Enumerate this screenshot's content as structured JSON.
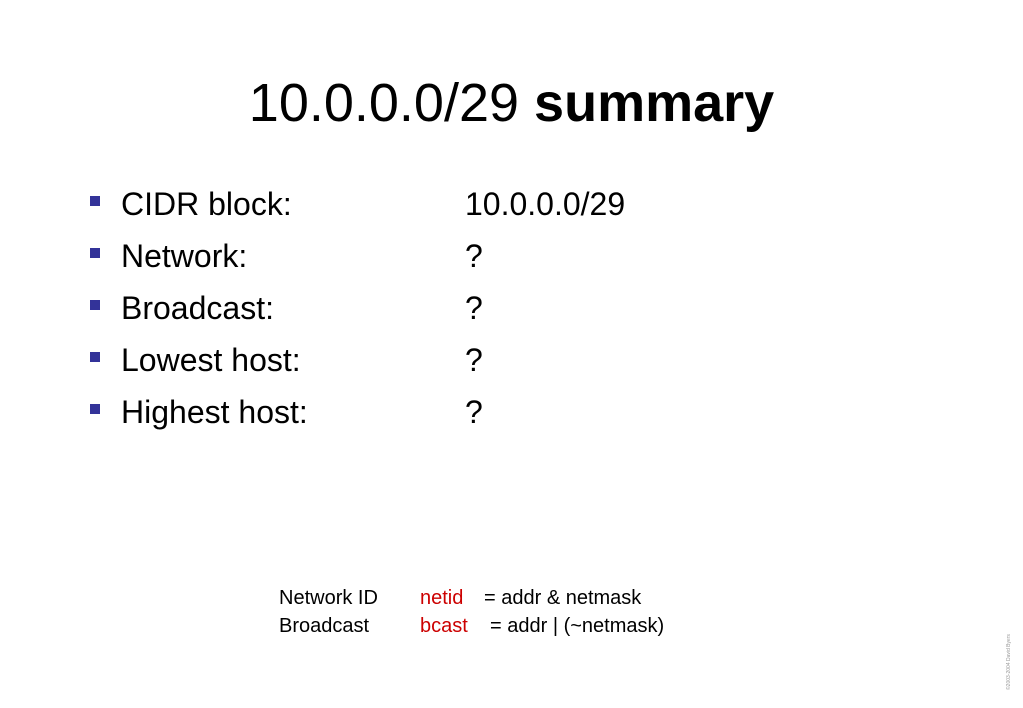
{
  "title": {
    "plain": "10.0.0.0/29 ",
    "bold": "summary"
  },
  "bullets": [
    {
      "label": "CIDR block:",
      "value": "10.0.0.0/29"
    },
    {
      "label": "Network:",
      "value": "?"
    },
    {
      "label": "Broadcast:",
      "value": "?"
    },
    {
      "label": "Lowest host:",
      "value": "?"
    },
    {
      "label": "Highest host:",
      "value": "?"
    }
  ],
  "formulas": [
    {
      "name": "Network ID",
      "var": "netid",
      "expr": "= addr & netmask"
    },
    {
      "name": "Broadcast",
      "var": "bcast",
      "expr": "= addr | (~netmask)"
    }
  ],
  "footer": {
    "copyright": "©2003-2004 David Byers"
  },
  "colors": {
    "bullet": "#333399",
    "highlight": "#cc0000",
    "text": "#000000",
    "background": "#ffffff"
  }
}
